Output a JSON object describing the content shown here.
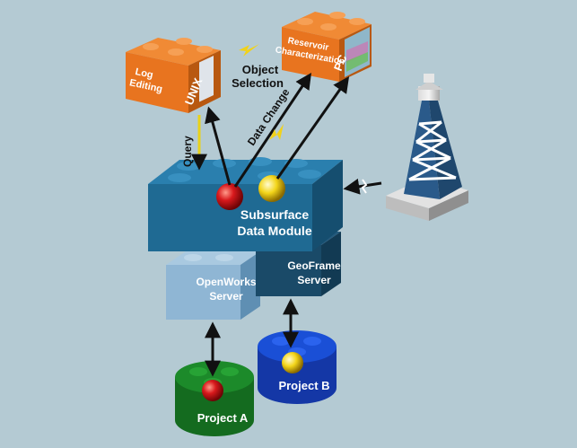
{
  "blocks": {
    "log_editing": {
      "label_line1": "Log",
      "label_line2": "Editing",
      "platform": "UNIX"
    },
    "reservoir": {
      "label_line1": "Reservoir",
      "label_line2": "Characterization",
      "platform": "PC"
    },
    "subsurface": {
      "label_line1": "Subsurface",
      "label_line2": "Data Module"
    },
    "openworks": {
      "label_line1": "OpenWorks",
      "label_line2": "Server"
    },
    "geoframe": {
      "label_line1": "GeoFrame",
      "label_line2": "Server"
    },
    "project_a": {
      "label": "Project A"
    },
    "project_b": {
      "label": "Project B"
    }
  },
  "annotations": {
    "object_selection_line1": "Object",
    "object_selection_line2": "Selection",
    "data_change": "Data Change",
    "query": "Query"
  },
  "colors": {
    "background": "#b4cad3",
    "orange_block": "#e8741f",
    "subsurface_block": "#1f6a93",
    "openworks_block": "#8fb6d4",
    "geoframe_block": "#1a4a68",
    "project_a": "#1c8a2a",
    "project_b": "#1a4fd6",
    "red_ball": "#d8191c",
    "yellow_ball": "#f3d51a",
    "tower": "#2a5a8a"
  },
  "icons": {
    "tower": "oil-derrick-icon",
    "lightning": "lightning-bolt-icon",
    "signal": "wireless-signal-icon"
  }
}
